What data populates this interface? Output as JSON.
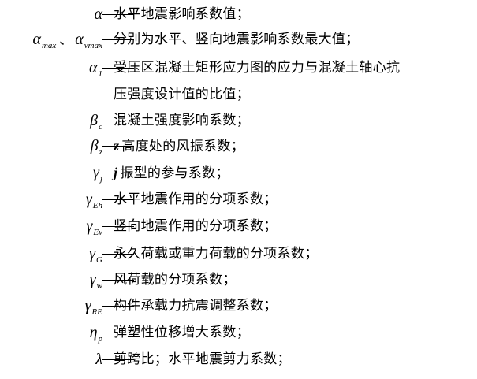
{
  "entries": [
    {
      "sym": "α",
      "sub": "",
      "sym2": "",
      "sub2": "",
      "sep": "",
      "var": "",
      "text": "水平地震影响系数值；"
    },
    {
      "sym": "α",
      "sub": "max",
      "sym2": "α",
      "sub2": "vmax",
      "sep": "、",
      "var": "",
      "text": "分别为水平、竖向地震影响系数最大值；"
    },
    {
      "sym": "α",
      "sub": "1",
      "sym2": "",
      "sub2": "",
      "sep": "",
      "var": "",
      "text": "受压区混凝土矩形应力图的应力与混凝土轴心抗"
    },
    {
      "sym": "β",
      "sub": "c",
      "sym2": "",
      "sub2": "",
      "sep": "",
      "var": "",
      "text": "混凝土强度影响系数；"
    },
    {
      "sym": "β",
      "sub": "z",
      "sym2": "",
      "sub2": "",
      "sep": "",
      "var": "z",
      "text": "高度处的风振系数；"
    },
    {
      "sym": "γ",
      "sub": "j",
      "sym2": "",
      "sub2": "",
      "sep": "",
      "var": "j",
      "text": "振型的参与系数；"
    },
    {
      "sym": "γ",
      "sub": "Eh",
      "sym2": "",
      "sub2": "",
      "sep": "",
      "var": "",
      "text": "水平地震作用的分项系数；"
    },
    {
      "sym": "γ",
      "sub": "Ev",
      "sym2": "",
      "sub2": "",
      "sep": "",
      "var": "",
      "text": "竖向地震作用的分项系数；"
    },
    {
      "sym": "γ",
      "sub": "G",
      "sym2": "",
      "sub2": "",
      "sep": "",
      "var": "",
      "text": "永久荷载或重力荷载的分项系数；"
    },
    {
      "sym": "γ",
      "sub": "w",
      "sym2": "",
      "sub2": "",
      "sep": "",
      "var": "",
      "text": "风荷载的分项系数；"
    },
    {
      "sym": "γ",
      "sub": "RE",
      "sym2": "",
      "sub2": "",
      "sep": "",
      "var": "",
      "text": "构件承载力抗震调整系数；"
    },
    {
      "sym": "η",
      "sub": "p",
      "sym2": "",
      "sub2": "",
      "sep": "",
      "var": "",
      "text": "弹塑性位移增大系数；"
    },
    {
      "sym": "λ",
      "sub": "",
      "sym2": "",
      "sub2": "",
      "sep": "",
      "var": "",
      "text": "剪跨比；水平地震剪力系数；"
    }
  ],
  "continuation": "压强度设计值的比值；"
}
